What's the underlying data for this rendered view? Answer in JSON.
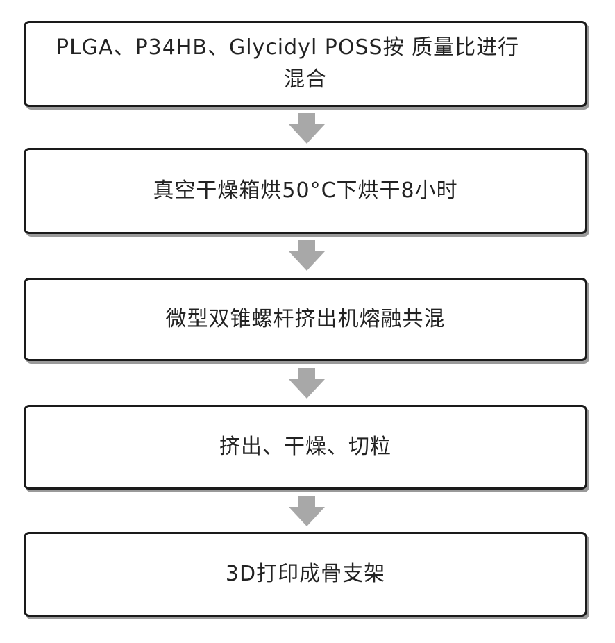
{
  "steps": [
    {
      "lines": [
        "PLGA、P34HB、Glycidyl POSS按 质量比进行",
        "混合"
      ]
    },
    {
      "text": "真空干燥箱烘50°C下烘干8小时"
    },
    {
      "text": "微型双锥螺杆挤出机熔融共混"
    },
    {
      "text": "挤出、干燥、切粒"
    },
    {
      "text": "3D打印成骨支架"
    }
  ],
  "colors": {
    "box_border": "#1a1a1a",
    "box_shadow": "#9a9a9a",
    "arrow_fill": "#a8a8a8",
    "text": "#222222"
  },
  "icons": [
    "down-arrow-icon"
  ]
}
